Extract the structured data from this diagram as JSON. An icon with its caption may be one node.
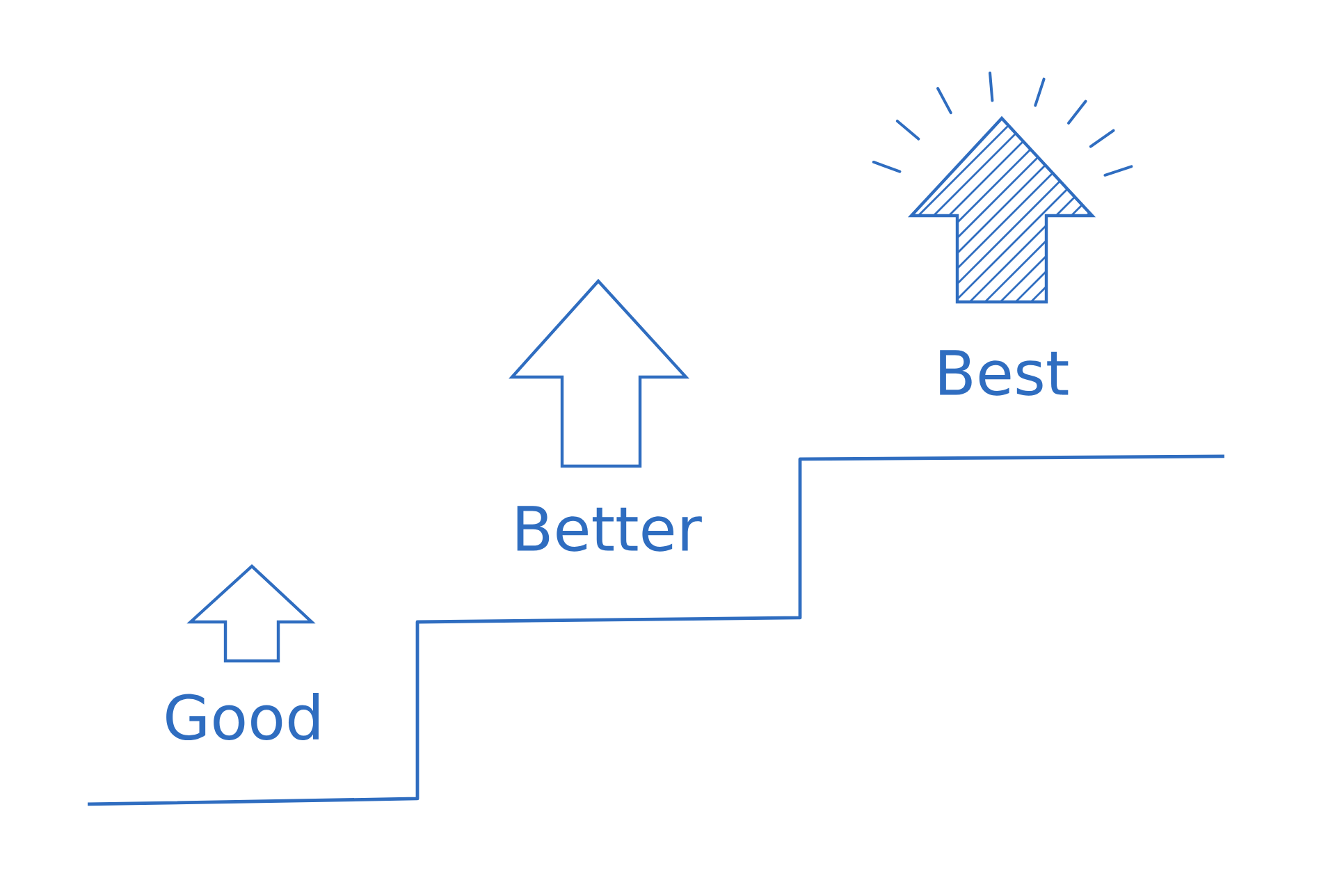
{
  "diagram": {
    "labels": [
      "Good",
      "Better",
      "Best"
    ]
  }
}
